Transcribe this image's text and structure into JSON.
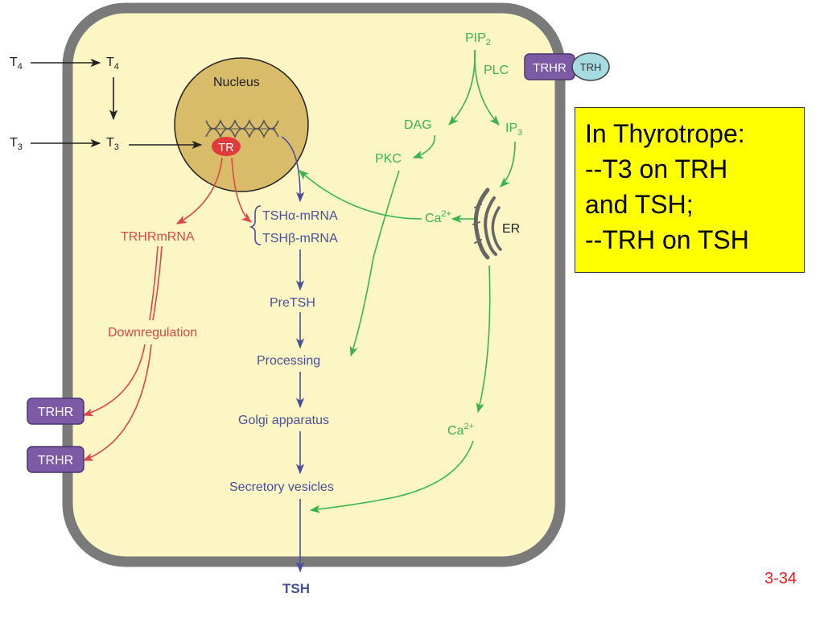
{
  "colors": {
    "cell_fill": "#fbf6c4",
    "cell_border": "#7a7a7a",
    "nucleus_fill": "#d9bc6a",
    "blue": "#4a4f9c",
    "green": "#3cb44a",
    "red": "#e04646",
    "receptor": "#7d5aa6",
    "trh_ligand": "#a7dbe2",
    "callout_bg": "#ffff00",
    "slide_number": "#e02020"
  },
  "labels": {
    "t4_outside": {
      "base": "T",
      "sub": "4"
    },
    "t4_inside": {
      "base": "T",
      "sub": "4"
    },
    "t3_outside": {
      "base": "T",
      "sub": "3"
    },
    "t3_inside": {
      "base": "T",
      "sub": "3"
    },
    "nucleus": "Nucleus",
    "tr": "TR",
    "trhr_mrna": "TRHRmRNA",
    "tsh_alpha": "TSHα-mRNA",
    "tsh_beta": "TSHβ-mRNA",
    "pre_tsh": "PreTSH",
    "processing": "Processing",
    "golgi": "Golgi apparatus",
    "secretory": "Secretory vesicles",
    "tsh": "TSH",
    "downregulation": "Downregulation",
    "trhr_membrane_1": "TRHR",
    "trhr_membrane_2": "TRHR",
    "pip2": {
      "base": "PIP",
      "sub": "2"
    },
    "plc": "PLC",
    "trhr_receptor": "TRHR",
    "trh": "TRH",
    "dag": "DAG",
    "ip3": {
      "base": "IP",
      "sub": "3"
    },
    "pkc": "PKC",
    "ca_er": {
      "base": "Ca",
      "sup": "2+"
    },
    "er": "ER",
    "ca_lower": {
      "base": "Ca",
      "sup": "2+"
    }
  },
  "callout": {
    "lines": [
      "In Thyrotrope:",
      "--T3 on TRH",
      "and TSH;",
      "--TRH on TSH"
    ]
  },
  "slide_number": "3-34"
}
